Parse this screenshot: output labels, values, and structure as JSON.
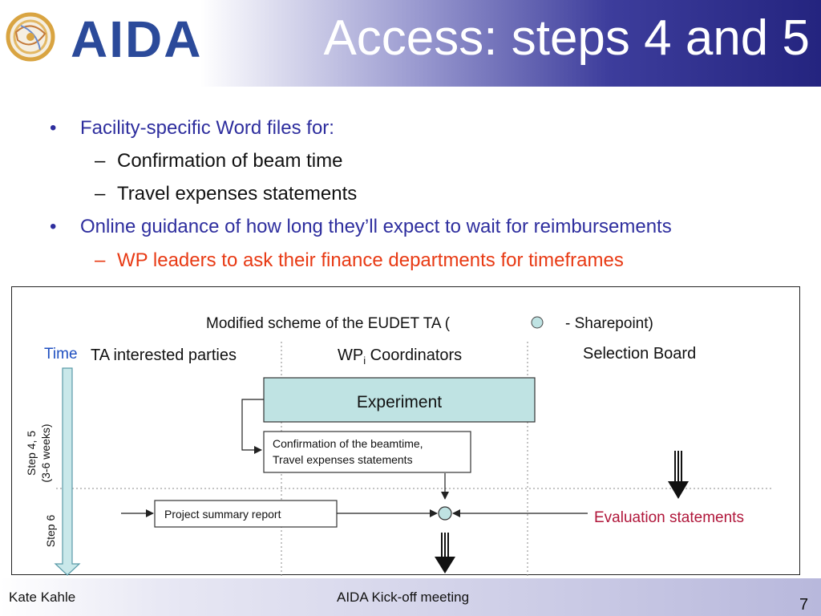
{
  "header": {
    "logo_text": "AIDA",
    "title": "Access: steps 4 and 5"
  },
  "bullets": [
    {
      "level": 1,
      "marker": "•",
      "text": "Facility-specific Word files for:"
    },
    {
      "level": 2,
      "marker": "–",
      "text": "Confirmation of beam time"
    },
    {
      "level": 2,
      "marker": "–",
      "text": "Travel expenses statements"
    },
    {
      "level": 1,
      "marker": "•",
      "text": "Online guidance of how long they’ll expect to wait for reimbursements"
    },
    {
      "level": 2,
      "marker": "–",
      "text": "WP leaders to ask their finance departments for timeframes"
    }
  ],
  "diagram": {
    "caption_prefix": "Modified scheme of the EUDET TA  (",
    "caption_suffix": "- Sharepoint)",
    "time_label": "Time",
    "col_ta": "TA interested parties",
    "col_wp_main": "WP",
    "col_wp_sub": "i",
    "col_wp_rest": " Coordinators",
    "col_sb": "Selection Board",
    "experiment": "Experiment",
    "confirm_line1": "Confirmation of the beamtime,",
    "confirm_line2": "Travel expenses statements",
    "project_summary": "Project summary report",
    "evaluation": "Evaluation statements",
    "step45_line1": "Step 4, 5",
    "step45_line2": "(3-6 weeks)",
    "step6": "Step 6"
  },
  "footer": {
    "author": "Kate Kahle",
    "event": "AIDA Kick-off meeting",
    "page": "7"
  },
  "colors": {
    "header_dark": "#24247f",
    "bullet_blue": "#2e2e9e",
    "bullet_red": "#e83a14",
    "experiment_fill": "#bfe3e3",
    "evaluation_text": "#b0163a",
    "time_blue": "#1f4fc0"
  }
}
